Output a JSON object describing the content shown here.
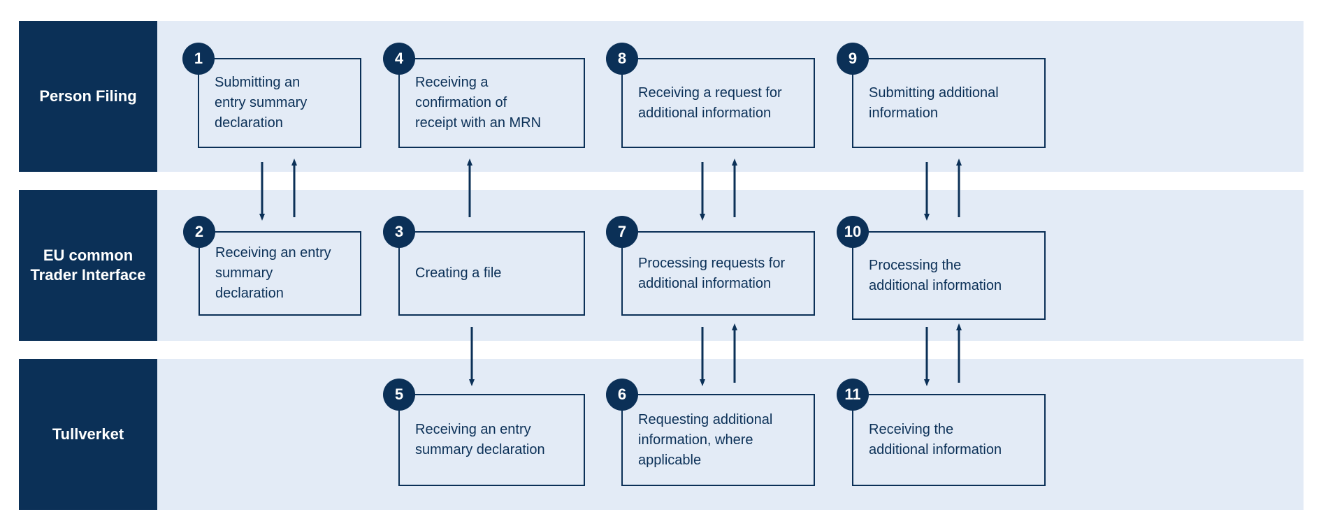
{
  "colors": {
    "dark_blue": "#0b3057",
    "lane_fill": "#e3ebf6"
  },
  "lanes": [
    {
      "id": "person-filing",
      "label": "Person Filing"
    },
    {
      "id": "eu-common-trader-interface",
      "label": "EU common\nTrader Interface"
    },
    {
      "id": "tullverket",
      "label": "Tullverket"
    }
  ],
  "steps": [
    {
      "number": "1",
      "text": "Submitting an\nentry summary\ndeclaration",
      "lane": "person-filing"
    },
    {
      "number": "2",
      "text": "Receiving an entry\nsummary\ndeclaration",
      "lane": "eu-common-trader-interface"
    },
    {
      "number": "3",
      "text": "Creating a file",
      "lane": "eu-common-trader-interface"
    },
    {
      "number": "4",
      "text": "Receiving a\nconfirmation of\nreceipt with an MRN",
      "lane": "person-filing"
    },
    {
      "number": "5",
      "text": "Receiving an entry\nsummary declaration",
      "lane": "tullverket"
    },
    {
      "number": "6",
      "text": "Requesting additional\ninformation, where\napplicable",
      "lane": "tullverket"
    },
    {
      "number": "7",
      "text": "Processing requests for\nadditional information",
      "lane": "eu-common-trader-interface"
    },
    {
      "number": "8",
      "text": "Receiving a request for\nadditional information",
      "lane": "person-filing"
    },
    {
      "number": "9",
      "text": "Submitting additional\ninformation",
      "lane": "person-filing"
    },
    {
      "number": "10",
      "text": "Processing the\nadditional information",
      "lane": "eu-common-trader-interface"
    },
    {
      "number": "11",
      "text": "Receiving the\nadditional information",
      "lane": "tullverket"
    }
  ],
  "connections": [
    {
      "from": "1",
      "to": "2"
    },
    {
      "from": "2",
      "to": "1"
    },
    {
      "from": "3",
      "to": "4"
    },
    {
      "from": "3",
      "to": "5"
    },
    {
      "from": "6",
      "to": "7"
    },
    {
      "from": "7",
      "to": "6"
    },
    {
      "from": "7",
      "to": "8"
    },
    {
      "from": "8",
      "to": "7"
    },
    {
      "from": "9",
      "to": "10"
    },
    {
      "from": "10",
      "to": "9"
    },
    {
      "from": "10",
      "to": "11"
    },
    {
      "from": "11",
      "to": "10"
    }
  ]
}
